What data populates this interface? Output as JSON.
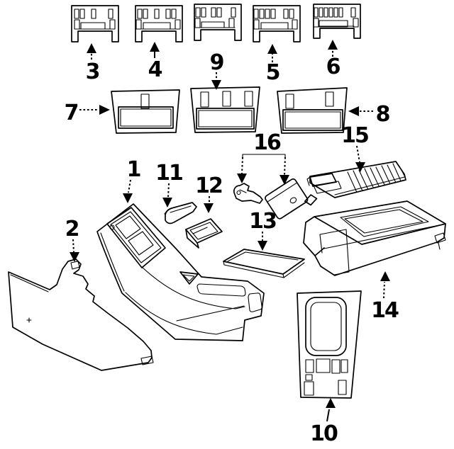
{
  "colors": {
    "background": "#ffffff",
    "ink": "#000000"
  },
  "callouts": [
    {
      "part": "center-console",
      "label": "1"
    },
    {
      "part": "side-cover-panel",
      "label": "2"
    },
    {
      "part": "bracket-a",
      "label": "3"
    },
    {
      "part": "bracket-b",
      "label": "4"
    },
    {
      "part": "bracket-c",
      "label": "5"
    },
    {
      "part": "bracket-d",
      "label": "6"
    },
    {
      "part": "trim-plate-a",
      "label": "7"
    },
    {
      "part": "trim-plate-b",
      "label": "8"
    },
    {
      "part": "trim-plate-c",
      "label": "9"
    },
    {
      "part": "rear-console-panel",
      "label": "10"
    },
    {
      "part": "trim-strip",
      "label": "11"
    },
    {
      "part": "ashtray-insert",
      "label": "12"
    },
    {
      "part": "liner-mat",
      "label": "13"
    },
    {
      "part": "storage-box",
      "label": "14"
    },
    {
      "part": "roller-cover",
      "label": "15"
    },
    {
      "part": "latch-set",
      "label": "16"
    }
  ]
}
